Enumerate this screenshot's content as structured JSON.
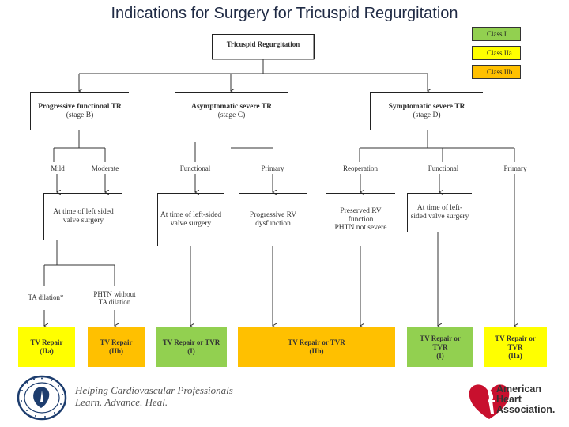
{
  "title": "Indications for Surgery for Tricuspid Regurgitation",
  "root": "Tricuspid Regurgitation",
  "legend": {
    "class1": "Class I",
    "class2a": "Class IIa",
    "class2b": "Class IIb"
  },
  "stages": {
    "b": {
      "name": "Progressive functional TR",
      "sub": "(stage B)"
    },
    "c": {
      "name": "Asymptomatic severe TR",
      "sub": "(stage C)"
    },
    "d": {
      "name": "Symptomatic severe TR",
      "sub": "(stage D)"
    }
  },
  "labels": {
    "mild": "Mild",
    "moderate": "Moderate",
    "c_functional": "Functional",
    "c_primary": "Primary",
    "reoperation": "Reoperation",
    "d_functional": "Functional",
    "d_primary": "Primary"
  },
  "conditions": {
    "b_left": "At time of left sided\nvalve surgery",
    "c_left": "At time of left-sided\nvalve surgery",
    "c_prog": "Progressive RV\ndysfunction",
    "pres": "Preserved RV\nfunction\nPHTN not severe",
    "d_left": "At time of left-\nsided valve surgery"
  },
  "sub_conditions": {
    "ta": "TA dilation*",
    "phtn": "PHTN without\nTA dilation"
  },
  "outcomes": [
    {
      "text": "TV Repair\n(IIa)"
    },
    {
      "text": "TV Repair\n(IIb)"
    },
    {
      "text": "TV Repair or TVR\n(I)"
    },
    {
      "text": "TV Repair or TVR\n(IIb)"
    },
    {
      "text": "TV Repair or\nTVR\n(I)"
    },
    {
      "text": "TV Repair or\nTVR\n(IIa)"
    }
  ],
  "footer": {
    "acc_tagline_1": "Helping Cardiovascular Professionals",
    "acc_tagline_2": "Learn. Advance. Heal.",
    "aha_1": "American",
    "aha_2": "Heart",
    "aha_3": "Association."
  },
  "colors": {
    "class1": "#92d050",
    "class2a": "#ffff00",
    "class2b": "#ffc000",
    "aha_red": "#c8102e"
  }
}
